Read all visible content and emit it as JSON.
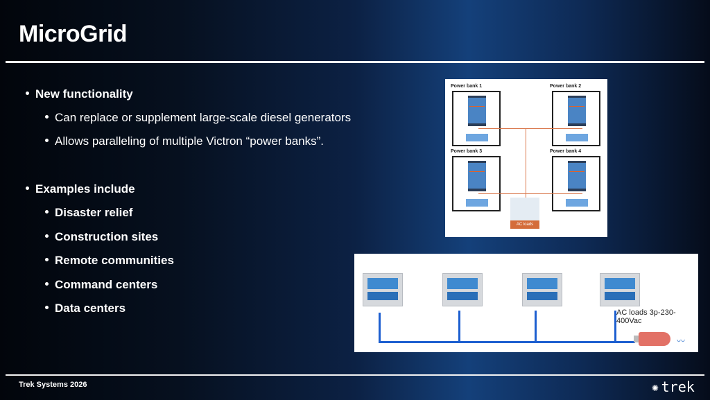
{
  "title": "MicroGrid",
  "bullets": [
    {
      "label": "New functionality",
      "sub": [
        "Can replace or supplement large-scale diesel generators",
        "Allows paralleling of multiple Victron “power banks”."
      ]
    },
    {
      "label": "Examples include",
      "sub": [
        "Disaster relief",
        "Construction sites",
        "Remote communities",
        "Command centers",
        "Data centers"
      ]
    }
  ],
  "diagram1": {
    "banks": [
      "Power bank 1",
      "Power bank 2",
      "Power bank 3",
      "Power bank 4"
    ],
    "loads_label": "AC loads"
  },
  "diagram2": {
    "loads_label": "AC loads 3p-230-400Vac"
  },
  "footer": {
    "text": "Trek Systems 2026",
    "logo": "trek"
  }
}
